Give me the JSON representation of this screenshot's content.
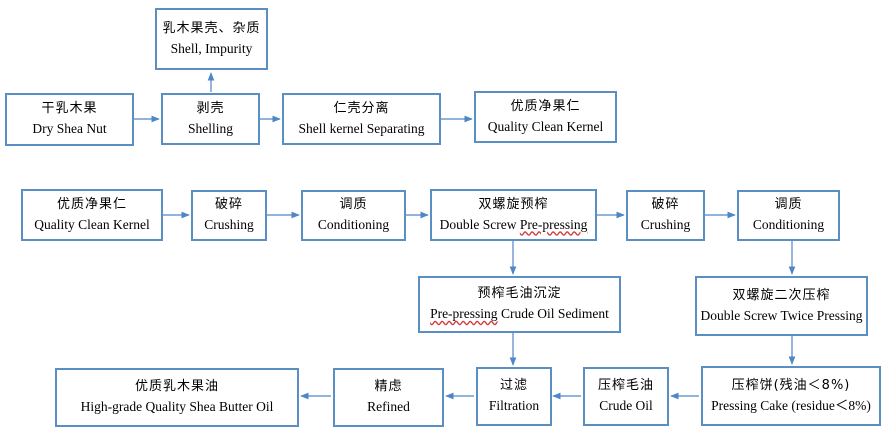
{
  "nodes": {
    "dry_nut": {
      "zh": "干乳木果",
      "en": "Dry Shea Nut"
    },
    "shelling": {
      "zh": "剥壳",
      "en": "Shelling"
    },
    "shell_impurity": {
      "zh": "乳木果壳、杂质",
      "en": "Shell, Impurity"
    },
    "separating": {
      "zh": "仁壳分离",
      "en": "Shell kernel Separating"
    },
    "clean_kernel_1": {
      "zh": "优质净果仁",
      "en": "Quality Clean Kernel"
    },
    "clean_kernel_2": {
      "zh": "优质净果仁",
      "en": "Quality Clean Kernel"
    },
    "crushing_1": {
      "zh": "破碎",
      "en": "Crushing"
    },
    "conditioning_1": {
      "zh": "调质",
      "en": "Conditioning"
    },
    "prepressing": {
      "zh": "双螺旋预榨",
      "en_a": "Double Screw ",
      "en_b": "Pre-pressing"
    },
    "crushing_2": {
      "zh": "破碎",
      "en": "Crushing"
    },
    "conditioning_2": {
      "zh": "调质",
      "en": "Conditioning"
    },
    "sediment": {
      "zh": "预榨毛油沉淀",
      "en_a": "Pre-pressing",
      "en_b": " Crude Oil Sediment"
    },
    "twice_pressing": {
      "zh": "双螺旋二次压榨",
      "en": "Double Screw Twice Pressing"
    },
    "pressing_cake": {
      "zh": "压榨饼(残油＜8%)",
      "en": "Pressing Cake (residue＜8%)"
    },
    "crude_oil": {
      "zh": "压榨毛油",
      "en": "Crude Oil"
    },
    "filtration": {
      "zh": "过滤",
      "en": "Filtration"
    },
    "refined": {
      "zh": "精虑",
      "en": "Refined"
    },
    "final_oil": {
      "zh": "优质乳木果油",
      "en": "High-grade Quality Shea Butter Oil"
    }
  },
  "colors": {
    "border": "#5b8fc4",
    "arrow": "#4f86c6",
    "spellcheck": "#d23b3b"
  }
}
